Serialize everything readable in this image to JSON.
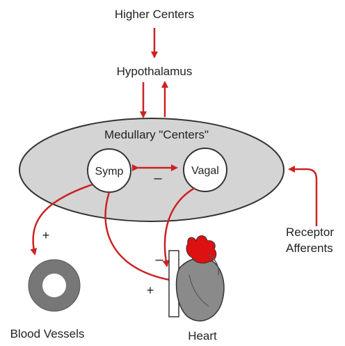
{
  "labels": {
    "higher_centers": "Higher Centers",
    "hypothalamus": "Hypothalamus",
    "medullary_centers": "Medullary \"Centers\"",
    "symp": "Symp",
    "vagal": "Vagal",
    "receptor": "Receptor",
    "afferents": "Afferents",
    "blood_vessels": "Blood Vessels",
    "heart": "Heart"
  },
  "signs": {
    "symp_vagal_inhibition": "–",
    "symp_to_vessels": "+",
    "vagal_to_heart": "–",
    "symp_to_heart": "+"
  },
  "colors": {
    "arrow": "#cc2222",
    "ellipse_fill": "#d4d4d4",
    "outline": "#333333",
    "heart_body": "#8a8a8a",
    "heart_vessels": "#dd1111",
    "vessel_ring": "#777777"
  }
}
